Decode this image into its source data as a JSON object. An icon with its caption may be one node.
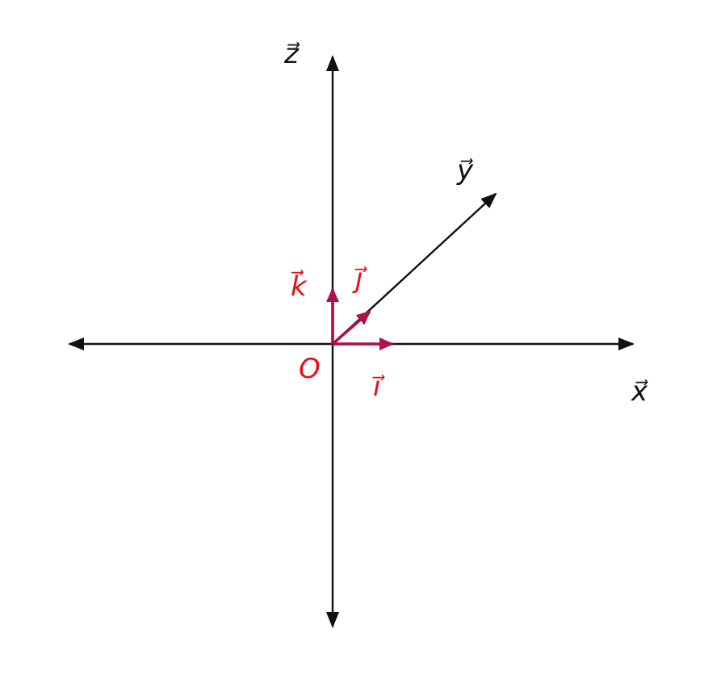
{
  "diagram": {
    "labels": [
      "z⃗",
      "y⃗",
      "k⃗",
      "j⃗",
      "O",
      "i⃗",
      "x⃗"
    ]
  }
}
